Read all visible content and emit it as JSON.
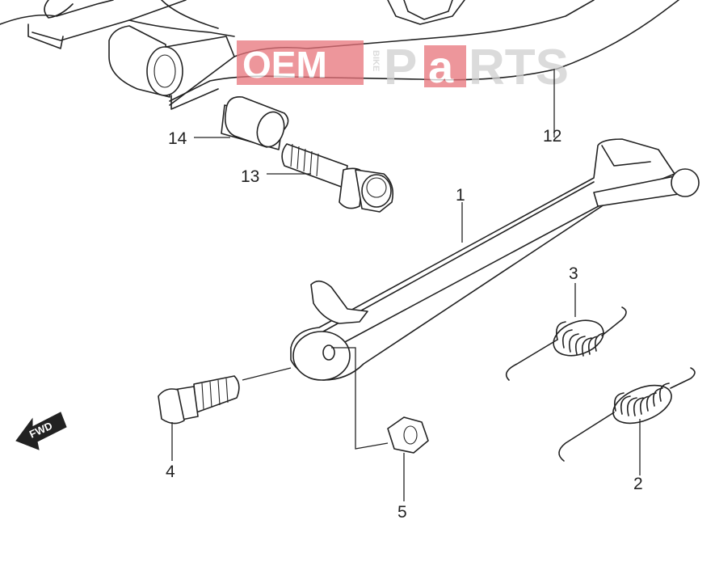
{
  "watermark": {
    "left_text": "OEM",
    "vertical_text": "BIKE",
    "right_text_a": "P",
    "right_text_b": "a",
    "right_text_c": "RTS",
    "accent_color": "#e8737a",
    "gray_color": "#cfcfcf"
  },
  "fwd_arrow": {
    "label": "FWD"
  },
  "callouts": [
    {
      "id": "1",
      "label": "1"
    },
    {
      "id": "2",
      "label": "2"
    },
    {
      "id": "3",
      "label": "3"
    },
    {
      "id": "4",
      "label": "4"
    },
    {
      "id": "5",
      "label": "5"
    },
    {
      "id": "12",
      "label": "12"
    },
    {
      "id": "13",
      "label": "13"
    },
    {
      "id": "14",
      "label": "14"
    }
  ]
}
